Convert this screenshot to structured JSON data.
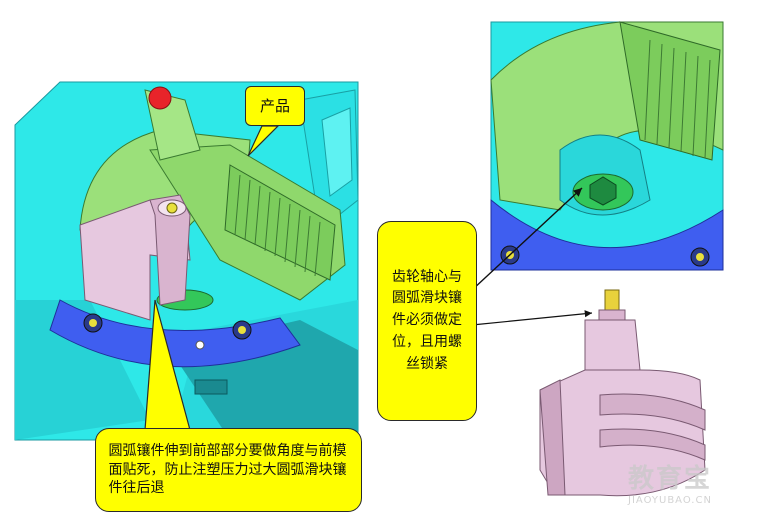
{
  "callouts": {
    "product": "产品",
    "gear_note": "齿轮轴心与圆弧滑块镶件必须做定位，且用螺丝锁紧",
    "arc_note": "圆弧镶件伸到前部部分要做角度与前模面贴死，防止注塑压力过大圆弧滑块镶件往后退"
  },
  "watermark": {
    "logo_text": "教育宝",
    "url": "JIAOYUBAO.CN"
  },
  "colors": {
    "mold_cyan": "#2ee8e8",
    "product_green": "#9be07a",
    "insert_pink": "#e6c8df",
    "plate_blue": "#3f5ef0",
    "callout_yellow": "#ffff00"
  }
}
